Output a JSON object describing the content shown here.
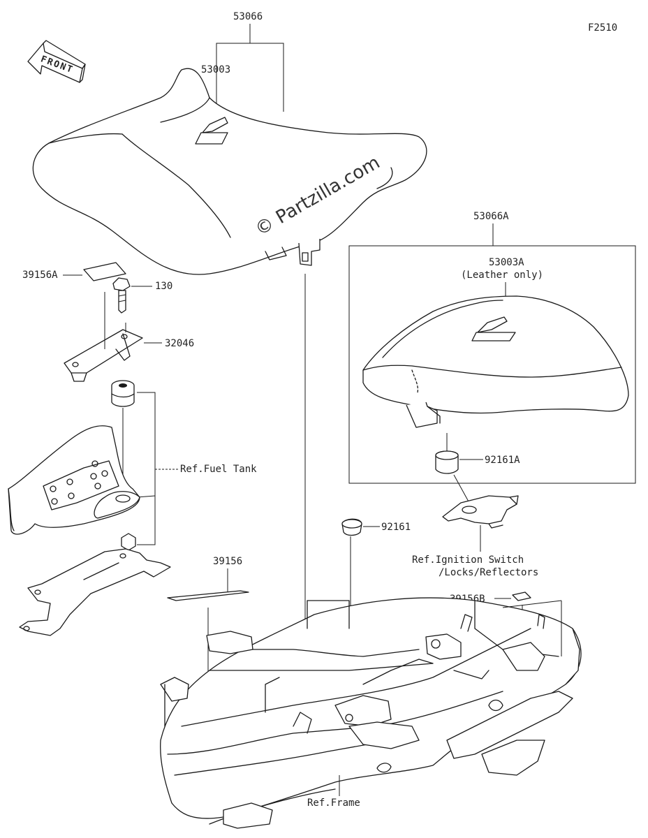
{
  "figure_code": "F2510",
  "front_arrow_label": "FRONT",
  "watermark": "© Partzilla.com",
  "labels": {
    "seat_assembly": "53066",
    "seat_emblem": "53003",
    "rear_seat_assembly": "53066A",
    "rear_seat_emblem": "53003A",
    "rear_seat_emblem_note": "(Leather only)",
    "rear_damper": "92161A",
    "front_damper": "92161",
    "label_plate_a": "39156A",
    "bolt": "130",
    "bracket": "32046",
    "label_plate": "39156",
    "label_plate_b": "39156B",
    "ref_fuel_tank": "Ref.Fuel Tank",
    "ref_ignition_line1": "Ref.Ignition Switch",
    "ref_ignition_line2": "/Locks/Reflectors",
    "ref_frame": "Ref.Frame"
  }
}
